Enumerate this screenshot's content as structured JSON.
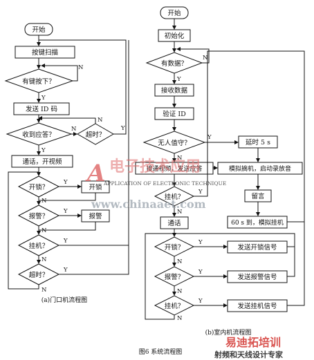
{
  "figure_title": "图6   系统流程图",
  "left_chart": {
    "caption": "(a)门口机流程图",
    "start": "开始",
    "key_scan": "按键扫描",
    "key_pressed": "有键按下？",
    "send_id": "发送 ID 码",
    "ack": "收到应答？",
    "timeout1": "超时？",
    "talk": "通话，开视频",
    "unlock_q": "开锁？",
    "unlock": "开锁",
    "alarm_q": "报警？",
    "alarm": "报警",
    "hangup_q": "挂机？",
    "timeout2": "超时？"
  },
  "right_chart": {
    "caption": "(b)室内机流程图",
    "start": "开始",
    "init": "初始化",
    "has_data": "有数据？",
    "recv": "接收数据",
    "verify": "验证 ID",
    "nobody": "无人值守？",
    "delay": "延时 5 s",
    "connect": "接通视频，发送应答",
    "offhook": "模拟摘机，启动录放音",
    "hangup_q": "挂机？",
    "message": "留言",
    "timeout": "60 s 到，模拟挂机",
    "talk": "通话",
    "unlock_q": "开锁？",
    "send_unlock": "发送开锁信号",
    "alarm_q": "报警？",
    "send_alarm": "发送报警信号",
    "hangup2_q": "挂机？",
    "send_hangup": "发送挂机信号"
  },
  "labels": {
    "yes": "Y",
    "no": "N"
  },
  "watermark": {
    "letter": "A",
    "cn": "电子技术应用",
    "en": "APPLICATION OF ELECTRONIC TECHNIQUE",
    "url": "www.chinaaet.com",
    "corner_brand": "易迪拓培训",
    "corner_sub": "射频和天线设计专家"
  }
}
